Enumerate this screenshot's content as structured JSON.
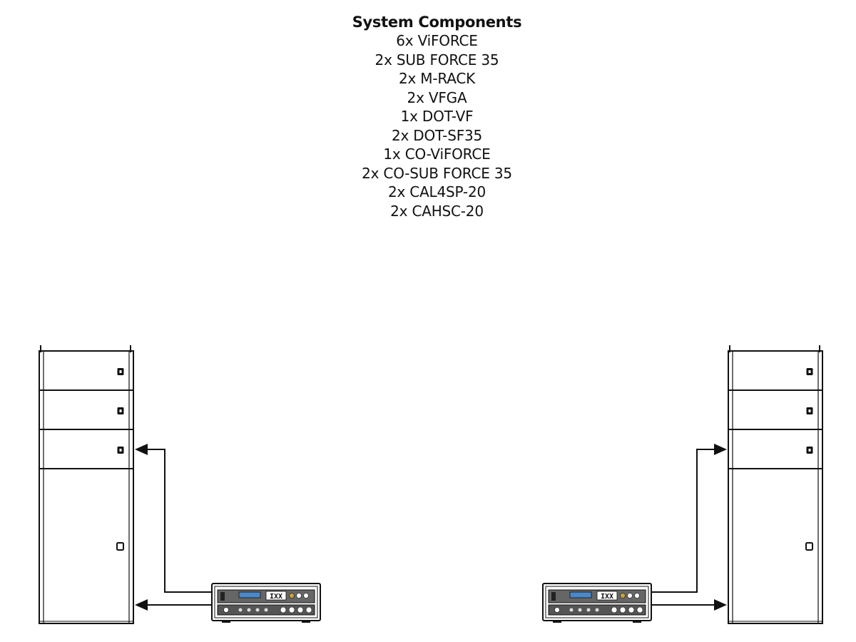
{
  "components": {
    "title": "System Components",
    "items": [
      "6x ViFORCE",
      "2x SUB FORCE 35",
      "2x M-RACK",
      "2x VFGA",
      "1x DOT-VF",
      "2x DOT-SF35",
      "1x CO-ViFORCE",
      "2x CO-SUB FORCE 35",
      "2x CAL4SP-20",
      "2x CAHSC-20"
    ]
  },
  "colors": {
    "line": "#111111",
    "display": "#4a88c8",
    "knob_gold": "#c8a040",
    "panel": "#555555"
  },
  "icons": [
    "connector-icon",
    "arrow-icon",
    "amplifier-rack-icon"
  ]
}
